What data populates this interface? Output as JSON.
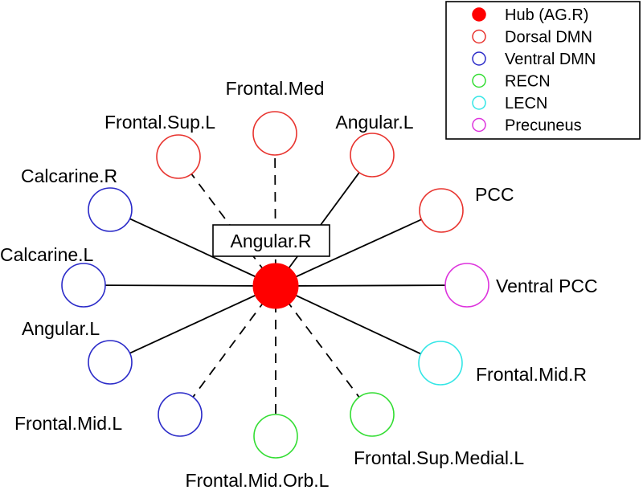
{
  "colors": {
    "hub": "#ff0000",
    "dorsal_dmn": "#e8332e",
    "ventral_dmn": "#2a2ac8",
    "recn": "#33dd33",
    "lecn": "#33e6e6",
    "precuneus": "#dd33dd"
  },
  "hub": {
    "label": "Angular.R",
    "group": "hub"
  },
  "legend": [
    {
      "label": "Hub (AG.R)",
      "group": "hub",
      "filled": true
    },
    {
      "label": "Dorsal DMN",
      "group": "dorsal_dmn",
      "filled": false
    },
    {
      "label": "Ventral DMN",
      "group": "ventral_dmn",
      "filled": false
    },
    {
      "label": "RECN",
      "group": "recn",
      "filled": false
    },
    {
      "label": "LECN",
      "group": "lecn",
      "filled": false
    },
    {
      "label": "Precuneus",
      "group": "precuneus",
      "filled": false
    }
  ],
  "nodes": [
    {
      "label": "Frontal.Med",
      "group": "dorsal_dmn",
      "edge": "dashed"
    },
    {
      "label": "Angular.L",
      "group": "dorsal_dmn",
      "edge": "solid"
    },
    {
      "label": "PCC",
      "group": "dorsal_dmn",
      "edge": "solid"
    },
    {
      "label": "Ventral PCC",
      "group": "precuneus",
      "edge": "solid"
    },
    {
      "label": "Frontal.Mid.R",
      "group": "lecn",
      "edge": "solid"
    },
    {
      "label": "Frontal.Sup.Medial.L",
      "group": "recn",
      "edge": "dashed"
    },
    {
      "label": "Frontal.Mid.Orb.L",
      "group": "recn",
      "edge": "dashed"
    },
    {
      "label": "Frontal.Mid.L",
      "group": "ventral_dmn",
      "edge": "dashed"
    },
    {
      "label": "Angular.L",
      "group": "ventral_dmn",
      "edge": "solid"
    },
    {
      "label": "Calcarine.L",
      "group": "ventral_dmn",
      "edge": "solid"
    },
    {
      "label": "Calcarine.R",
      "group": "ventral_dmn",
      "edge": "solid"
    },
    {
      "label": "Frontal.Sup.L",
      "group": "dorsal_dmn",
      "edge": "dashed"
    }
  ]
}
